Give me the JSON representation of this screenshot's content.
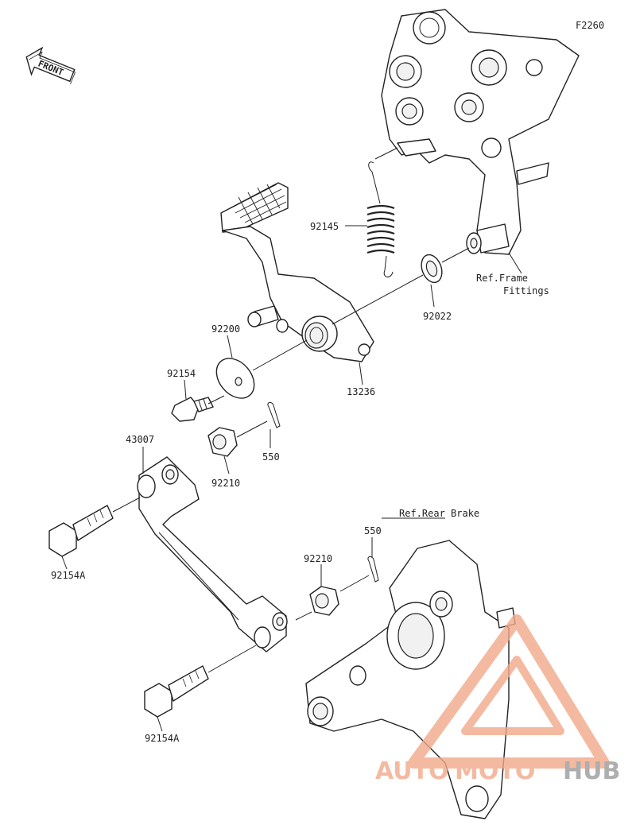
{
  "diagram_code": "F2260",
  "front_label": "FRONT",
  "labels": {
    "spring": "92145",
    "washer_right": "92022",
    "ref_frame_line1": "Ref.Frame",
    "ref_frame_line2": "Fittings",
    "washer_left": "92200",
    "bushing": "13236",
    "bolt_upper": "92154",
    "cotter_upper": "550",
    "nut_upper": "92210",
    "rod": "43007",
    "bolt_left": "92154A",
    "ref_rear_brake": "Ref.Rear Brake",
    "cotter_lower": "550",
    "nut_lower": "92210",
    "bolt_lower": "92154A"
  },
  "watermark": {
    "part1": "AUTO",
    "part2": "MOTO",
    "part3": "HUB",
    "color_primary": "#f2a98a",
    "color_secondary": "#9a9a9a"
  }
}
